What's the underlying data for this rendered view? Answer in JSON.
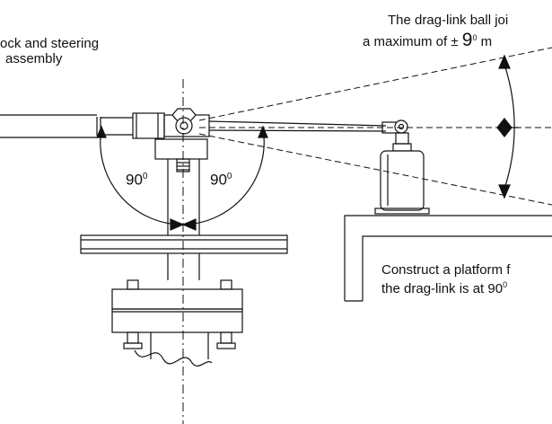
{
  "labels": {
    "top_left_line1": "ock and steering",
    "top_left_line2": "assembly",
    "top_right_line1": "The drag-link ball joi",
    "top_right_line2_pre": "a maximum of ",
    "top_right_pm": "±",
    "top_right_nine": "9",
    "top_right_deg": "0",
    "top_right_suffix": "m",
    "platform_line1": "Construct a platform f",
    "platform_line2": "the drag-link is at 90",
    "platform_deg": "0"
  },
  "angles": {
    "left_value": "90",
    "left_unit": "0",
    "right_value": "90",
    "right_unit": "0"
  },
  "colors": {
    "line": "#111111",
    "background": "#ffffff"
  }
}
